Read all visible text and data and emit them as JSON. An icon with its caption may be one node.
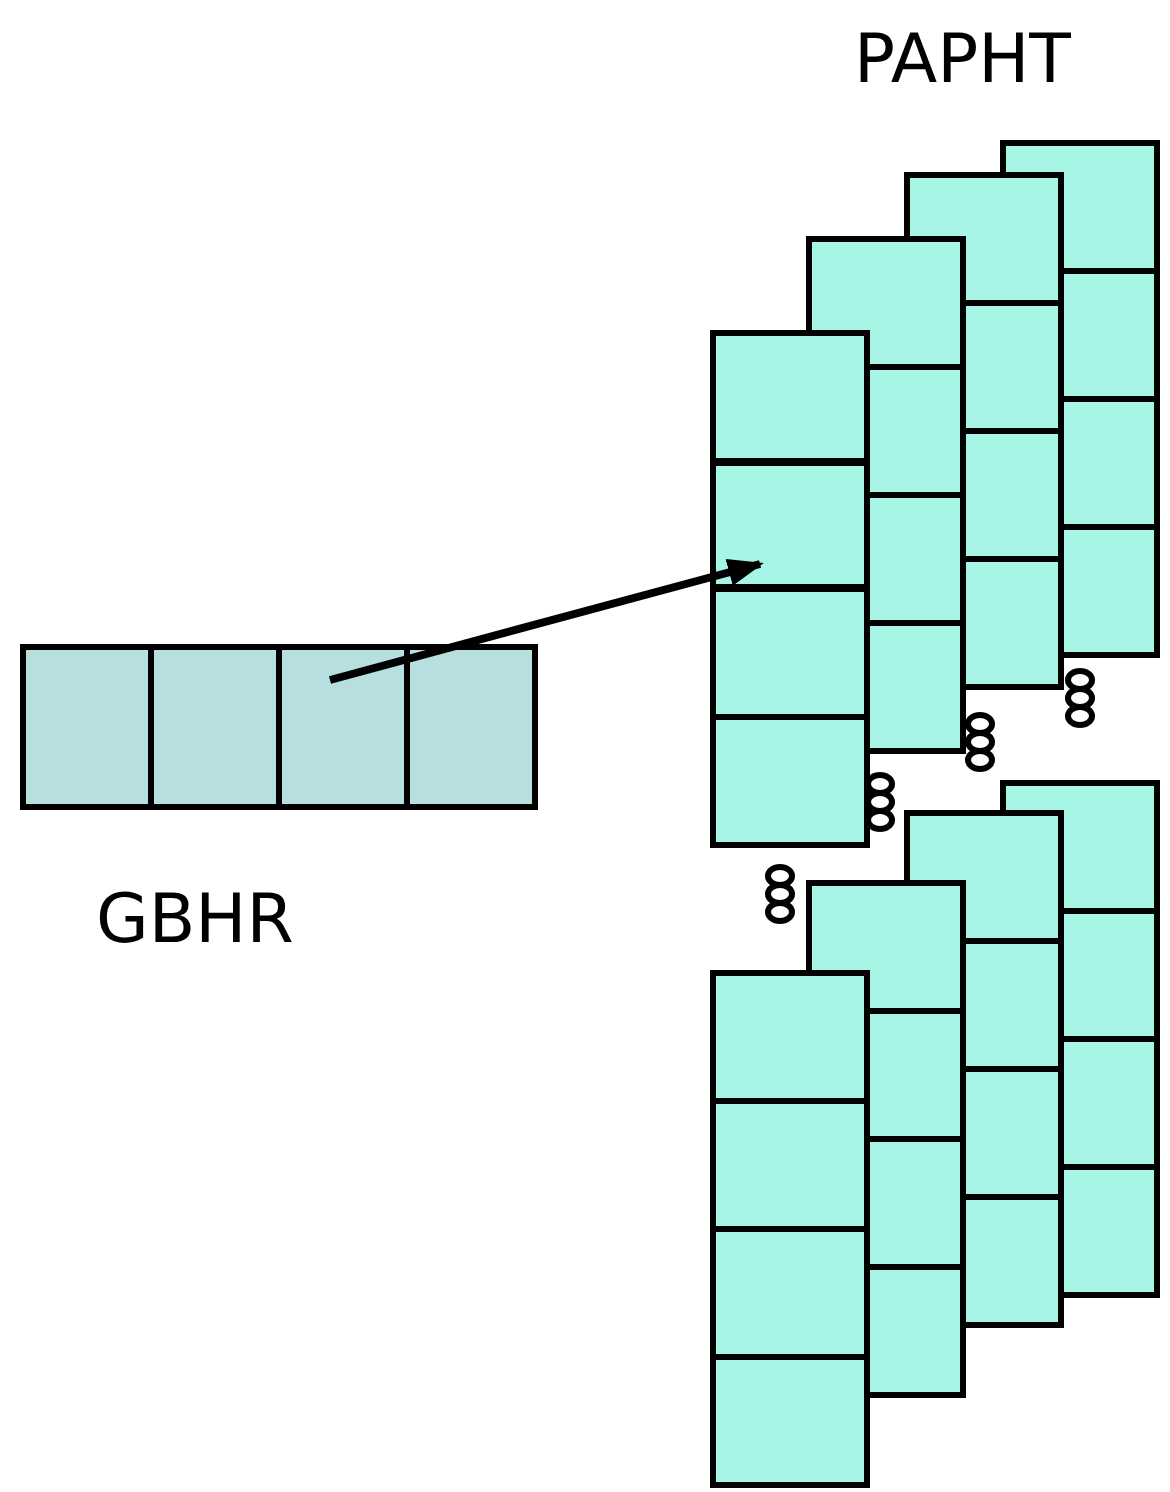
{
  "diagram": {
    "nodes": [
      {
        "text": [
          "GBHR"
        ]
      },
      {
        "text": [
          "PAPHT"
        ]
      },
      {
        "text": [],
        "shape": "box",
        "in": 1
      }
    ],
    "edges": [
      {
        "from": 0,
        "to": 2,
        "arrow": "to"
      }
    ]
  }
}
